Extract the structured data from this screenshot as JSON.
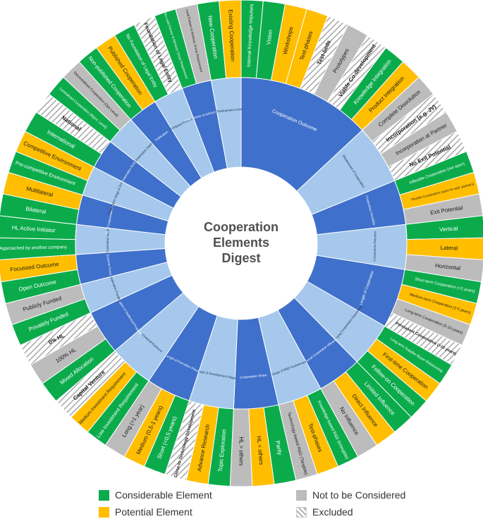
{
  "center_title": [
    "Cooperation",
    "Elements",
    "Digest"
  ],
  "colors": {
    "considerable": "#0bab4c",
    "potential": "#ffbe00",
    "not_considered": "#bcbcbc",
    "excluded_fg": "#a6a6a6",
    "inner_dark": "#3f70cb",
    "inner_light": "#a5c8ec",
    "title": "#505050"
  },
  "legend": {
    "considerable": "Considerable Element",
    "potential": "Potential Element",
    "not_considered": "Not to be Considered",
    "excluded": "Excluded"
  },
  "groups": [
    {
      "name": "Cooperation Outcome",
      "elements": [
        {
          "label": "Internal Knowledge Impulses",
          "type": "considerable"
        },
        {
          "label": "Vision",
          "type": "considerable"
        },
        {
          "label": "Workshops",
          "type": "potential"
        },
        {
          "label": "Test-phases",
          "type": "potential"
        },
        {
          "label": "Test-beds",
          "type": "excluded"
        },
        {
          "label": "Prototypes",
          "type": "not_considered"
        },
        {
          "label": "Viable Co-development",
          "type": "excluded"
        },
        {
          "label": "Knowledge Integration",
          "type": "considerable"
        },
        {
          "label": "Product Integration",
          "type": "potential"
        }
      ]
    },
    {
      "name": "Disolvement of Cooperation",
      "elements": [
        {
          "label": "Complete Dissolution",
          "type": "not_considered"
        },
        {
          "label": "Incorporation (e.g. JV)",
          "type": "excluded"
        },
        {
          "label": "Incorporation at Partner",
          "type": "not_considered"
        },
        {
          "label": "No Exit Potential",
          "type": "excluded"
        }
      ]
    },
    {
      "name": "Cooperation Flexibility",
      "elements": [
        {
          "label": "Inflexible Cooperation (not open)",
          "type": "considerable"
        },
        {
          "label": "Flexible Cooperation (open for add. partners)",
          "type": "potential"
        },
        {
          "label": "Exit Potential",
          "type": "not_considered"
        }
      ]
    },
    {
      "name": "Cooperation Direction",
      "elements": [
        {
          "label": "Vertical",
          "type": "considerable"
        },
        {
          "label": "Lateral",
          "type": "potential"
        },
        {
          "label": "Horizontal",
          "type": "not_considered"
        }
      ]
    },
    {
      "name": "Length of Cooperation",
      "elements": [
        {
          "label": "Short-term Cooperation (<2 years)",
          "type": "considerable"
        },
        {
          "label": "Medium-term Cooperation (2-5 years)",
          "type": "potential"
        },
        {
          "label": "Long-term Cooperation (5-10 years)",
          "type": "not_considered"
        },
        {
          "label": "Permanent Cooperation (>10 years)",
          "type": "excluded"
        }
      ]
    },
    {
      "name": "Underlying Cooperation Experience",
      "elements": [
        {
          "label": "Long-term Supplier-Buyer Relationship",
          "type": "considerable"
        },
        {
          "label": "First-time Cooperation",
          "type": "potential"
        },
        {
          "label": "Follow-on Cooperation",
          "type": "considerable"
        }
      ]
    },
    {
      "name": "Internal Cooperation Influence",
      "elements": [
        {
          "label": "Limited Influence",
          "type": "considerable"
        },
        {
          "label": "Direct Influence",
          "type": "potential"
        },
        {
          "label": "No Influence",
          "type": "not_considered"
        }
      ]
    },
    {
      "name": "Range of R&D Involvement",
      "elements": [
        {
          "label": "Knowledge-based R&D (intangible)",
          "type": "considerable"
        },
        {
          "label": "Test-phases",
          "type": "potential"
        },
        {
          "label": "Technology-based R&D (Tangible)",
          "type": "not_considered"
        }
      ]
    },
    {
      "name": "Cooperation Share",
      "elements": [
        {
          "label": "Parity",
          "type": "considerable"
        },
        {
          "label": "HL < others",
          "type": "potential"
        },
        {
          "label": "HL > others",
          "type": "not_considered"
        }
      ]
    },
    {
      "name": "Topic & Development Stage",
      "elements": [
        {
          "label": "Topic Exploration",
          "type": "considerable"
        },
        {
          "label": "Advance Research",
          "type": "potential"
        },
        {
          "label": "Close-to Technology Development",
          "type": "excluded"
        }
      ]
    },
    {
      "name": "Length of Formation Phase",
      "elements": [
        {
          "label": "Short (<0,5 years)",
          "type": "considerable"
        },
        {
          "label": "Medium (0,5-1 years)",
          "type": "potential"
        },
        {
          "label": "Long (>1 year)",
          "type": "not_considered"
        }
      ]
    },
    {
      "name": "Financial Exposure",
      "elements": [
        {
          "label": "Low Investment Requirement",
          "type": "considerable"
        },
        {
          "label": "Medium Investment Requirement",
          "type": "potential"
        },
        {
          "label": "Capital Venture",
          "type": "excluded"
        }
      ]
    },
    {
      "name": "Allocation of Intellectual Property",
      "elements": [
        {
          "label": "Mixed Allocation",
          "type": "considerable"
        },
        {
          "label": "100% HL",
          "type": "not_considered"
        },
        {
          "label": "0% HL",
          "type": "excluded"
        }
      ]
    },
    {
      "name": "Cooperation Funding",
      "elements": [
        {
          "label": "Privately Funded",
          "type": "considerable"
        },
        {
          "label": "Publicly Funded",
          "type": "not_considered"
        }
      ]
    },
    {
      "name": "Outcome Focus",
      "elements": [
        {
          "label": "Open Outcome",
          "type": "considerable"
        },
        {
          "label": "Focussed Outcome",
          "type": "potential"
        }
      ]
    },
    {
      "name": "Cooperation Initiator",
      "elements": [
        {
          "label": "Approached by another company",
          "type": "considerable"
        },
        {
          "label": "HL Active Initiator",
          "type": "considerable"
        }
      ]
    },
    {
      "name": "No. of Cooperation Partners",
      "elements": [
        {
          "label": "Bilateral",
          "type": "considerable"
        },
        {
          "label": "Multilateral",
          "type": "potential"
        }
      ]
    },
    {
      "name": "Cooperation Stage & Environment",
      "elements": [
        {
          "label": "Pre-competitive Environment",
          "type": "considerable"
        },
        {
          "label": "Competitive Environment",
          "type": "potential"
        }
      ]
    },
    {
      "name": "Cooperation Scope",
      "elements": [
        {
          "label": "International",
          "type": "considerable"
        },
        {
          "label": "National",
          "type": "excluded"
        }
      ]
    },
    {
      "name": "Cooperation Depth",
      "elements": [
        {
          "label": "Centralized Cooperation (Mgmt. Level)",
          "type": "considerable"
        },
        {
          "label": "Decentralized Cooperation (Ops Level)",
          "type": "not_considered"
        }
      ]
    },
    {
      "name": "Publication",
      "elements": [
        {
          "label": "Non-published Cooperation",
          "type": "considerable"
        },
        {
          "label": "Published Cooperation",
          "type": "potential"
        }
      ]
    },
    {
      "name": "Company Formation",
      "elements": [
        {
          "label": "No Foundation of Legal Entity",
          "type": "considerable"
        },
        {
          "label": "Foundation of Legal Entity",
          "type": "excluded"
        }
      ]
    },
    {
      "name": "Lead Partner & Advisory Group",
      "elements": [
        {
          "label": "No Lead Partner & Advisory Group Requirement",
          "type": "considerable"
        },
        {
          "label": "Lead Partner & Advisory Group Requirement",
          "type": "not_considered"
        }
      ]
    },
    {
      "name": "Development Level",
      "elements": [
        {
          "label": "New Cooperation",
          "type": "considerable"
        },
        {
          "label": "Existing Cooperation",
          "type": "potential"
        }
      ]
    }
  ]
}
